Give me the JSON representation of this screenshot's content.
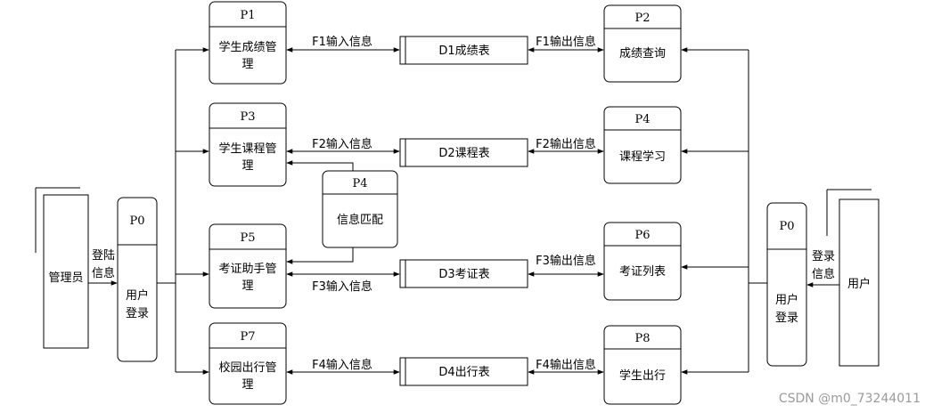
{
  "entities": {
    "admin": "管理员",
    "user": "用户"
  },
  "login_left": {
    "id": "P0",
    "line1": "用户",
    "line2": "登录"
  },
  "login_right": {
    "id": "P0",
    "line1": "用户",
    "line2": "登录"
  },
  "admin_flow": {
    "line1": "登陆",
    "line2": "信息"
  },
  "user_flow": {
    "line1": "登录",
    "line2": "信息"
  },
  "processes": {
    "p1": {
      "id": "P1",
      "line1": "学生成绩管",
      "line2": "理"
    },
    "p3": {
      "id": "P3",
      "line1": "学生课程管",
      "line2": "理"
    },
    "p5": {
      "id": "P5",
      "line1": "考证助手管",
      "line2": "理"
    },
    "p7": {
      "id": "P7",
      "line1": "校园出行管",
      "line2": "理"
    },
    "p2": {
      "id": "P2",
      "line1": "成绩查询"
    },
    "p4r": {
      "id": "P4",
      "line1": "课程学习"
    },
    "p6": {
      "id": "P6",
      "line1": "考证列表"
    },
    "p8": {
      "id": "P8",
      "line1": "学生出行"
    },
    "p4m": {
      "id": "P4",
      "line1": "信息匹配"
    }
  },
  "stores": {
    "d1": "D1成绩表",
    "d2": "D2课程表",
    "d3": "D3考证表",
    "d4": "D4出行表"
  },
  "flows": {
    "f1_in": "F1输入信息",
    "f1_out": "F1输出信息",
    "f2_in": "F2输入信息",
    "f2_out": "F2输出信息",
    "f3_in": "F3输入信息",
    "f3_out": "F3输出信息",
    "f4_in": "F4输入信息",
    "f4_out": "F4输出信息"
  },
  "watermark": "CSDN @m0_73244011"
}
